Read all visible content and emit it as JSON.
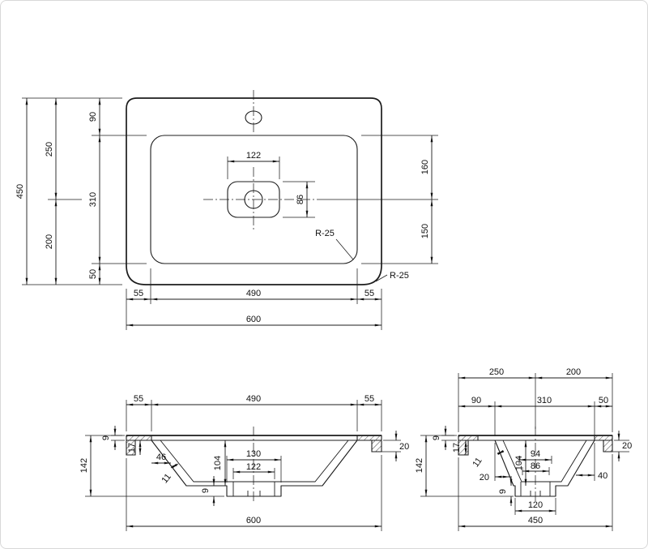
{
  "style": {
    "line_color": "#1c1c1c",
    "background": "#ffffff"
  },
  "top": {
    "overall_height": "450",
    "center_to_top_edge": "250",
    "center_to_bottom_edge": "200",
    "top_edge_to_basin": "90",
    "basin_height": "310",
    "basin_to_bottom_edge": "50",
    "drain_cutout_width": "122",
    "drain_cutout_height": "86",
    "basin_top_to_center": "160",
    "center_to_basin_bottom": "150",
    "basin_corner_radius": "R-25",
    "outer_corner_radius": "R-25",
    "left_edge_to_basin": "55",
    "basin_width": "490",
    "basin_to_right_edge": "55",
    "overall_width": "600"
  },
  "front": {
    "left_edge_to_basin": "55",
    "basin_width": "490",
    "basin_to_right_edge": "55",
    "rim_thickness": "9",
    "front_lip_height": "17",
    "overall_height": "142",
    "wall_top_run": "46",
    "wall_thickness": "11",
    "basin_depth": "104",
    "drain_boss_outer_width": "130",
    "drain_boss_inner_width": "122",
    "drain_boss_height": "9",
    "right_lip_height": "20",
    "overall_width": "600"
  },
  "side": {
    "center_to_front_edge": "250",
    "center_to_back_edge": "200",
    "front_edge_to_basin": "90",
    "basin_depth_plan": "310",
    "basin_to_back_edge": "50",
    "rim_thickness": "9",
    "front_lip_height": "17",
    "overall_height": "142",
    "wall_thickness": "11",
    "wall_top_run": "20",
    "basin_depth": "104",
    "drain_boss_dim_outer": "94",
    "drain_boss_dim_inner": "86",
    "drain_boss_height": "9",
    "drain_boss_width": "120",
    "back_wall_run": "40",
    "back_lip_height": "20",
    "overall_width": "450"
  }
}
